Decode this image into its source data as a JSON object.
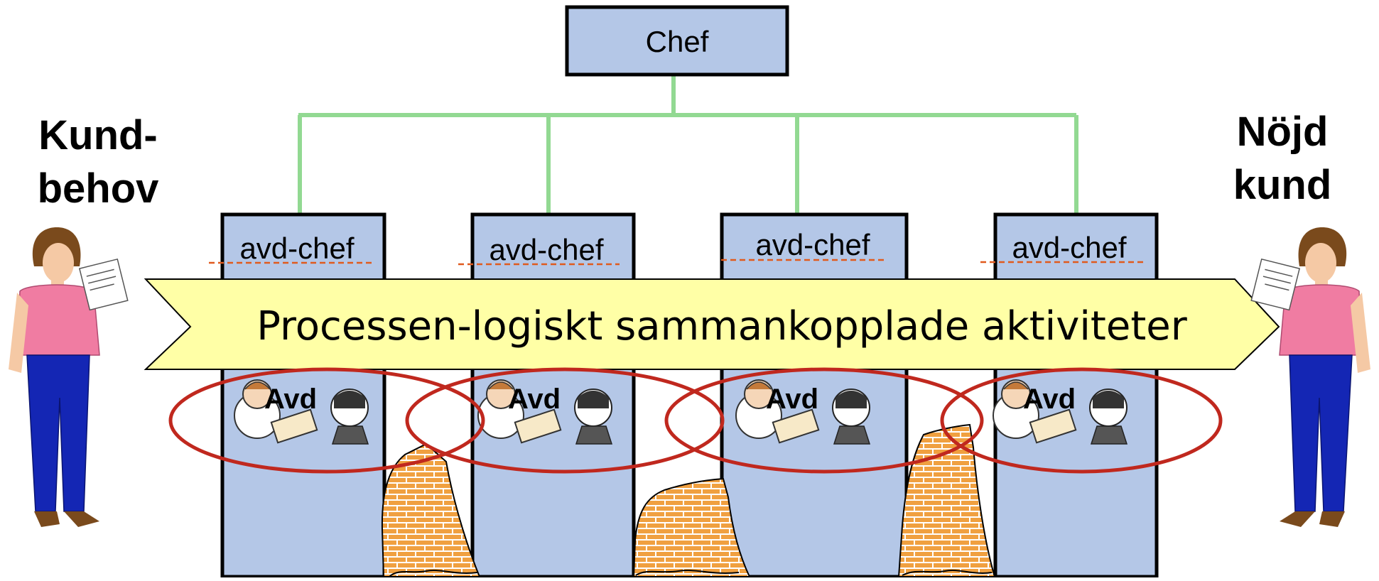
{
  "chief": {
    "label": "Chef"
  },
  "left_figure": {
    "line1": "Kund-",
    "line2": "behov"
  },
  "right_figure": {
    "line1": "Nöjd",
    "line2": "kund"
  },
  "departments": [
    {
      "head_label": "avd-chef",
      "unit_label": "Avd"
    },
    {
      "head_label": "avd-chef",
      "unit_label": "Avd"
    },
    {
      "head_label": "avd-chef",
      "unit_label": "Avd"
    },
    {
      "head_label": "avd-chef",
      "unit_label": "Avd"
    }
  ],
  "process_banner": {
    "label": "Processen-logiskt sammankopplade aktiviteter"
  },
  "colors": {
    "box_fill": "#b4c7e7",
    "connector": "#92d992",
    "banner_fill": "#ffffa6",
    "ellipse": "#c0281e",
    "dashed": "#e05a1e",
    "brick": "#f0a040",
    "shirt": "#f07ca2",
    "pants": "#1426b4"
  }
}
